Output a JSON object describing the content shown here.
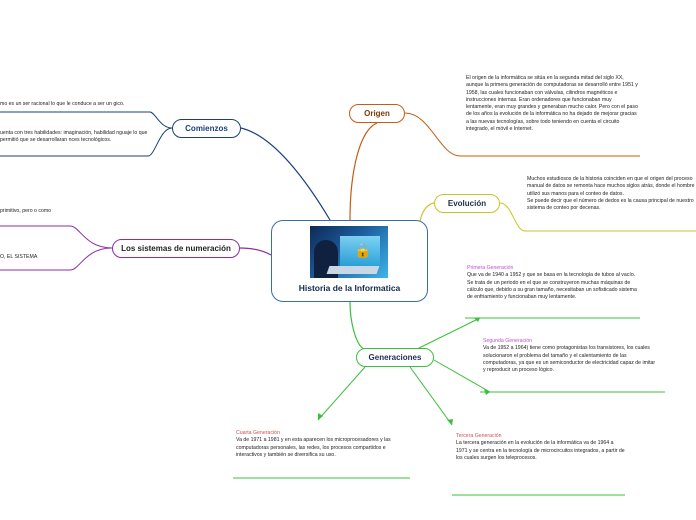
{
  "central": {
    "title": "Historia de la Informatica",
    "image": "person-typing-on-laptop-with-security-icons"
  },
  "branches": {
    "comienzos": "Comienzos",
    "origen": "Origen",
    "evolucion": "Evolución",
    "sistemas": "Los sistemas de numeración",
    "generaciones": "Generaciones"
  },
  "notes": {
    "origen": "El origen de la informática se sitúa en la segunda mitad del siglo XX, aunque la primera generación de computadoras se desarrolló entre 1951 y 1958, las cuales funcionaban con válvulas, cilindros magnéticos e instrucciones internas. Eran ordenadores que funcionaban muy lentamente, eran muy grandes y generaban mucho calor. Pero con el paso de los años la evolución de la informática no ha dejado de mejorar gracias a las nuevas tecnologías, sobre todo teniendo en cuenta el circuito integrado, el móvil e Internet.",
    "evolucion": "Muchos estudiosos de la historia coinciden en que el origen del proceso manual de datos se remonta hace muchos siglos atrás, donde el hombre utilizó sus manos para el conteo de datos.\nSe puede decir que el número de dedos es la causa principal de nuestro sistema de conteo por decenas.",
    "comienzos_1": "mo es un ser racional lo que le conduce a ser un gico.",
    "comienzos_2": "uenta con tres habilidades: imaginación, habilidad nguaje lo que permitió que se desarrollaran nces tecnológicos.",
    "sistemas_1": "primitivo, pero o como",
    "sistemas_2": "O, EL SISTEMA",
    "gen1_title": "Primera Generación",
    "gen1_text": "Que va de 1940 a 1952 y que se basa en la tecnología de tubos al vacío. Se trata de un periodo en el que se construyeron muchas máquinas de cálculo que, debido a su gran tamaño, necesitaban un sofisticado sistema de enfriamiento y funcionaban muy lentamente.",
    "gen2_title": "Segunda Generación",
    "gen2_text": "Va de 1952 a 1964) tiene como protagonistas los transistores, los cuales solucionaron el problema del tamaño y el calentamiento de las computadoras, ya que es un semiconductor de electricidad capaz de imitar y reproducir un proceso lógico.",
    "gen3_title": "Tercera Generación",
    "gen3_text": "La tercera generación en la evolución de la informática va de 1964 a 1971 y se centra en la tecnología de microcircuitos integrados, a partir de los cuales surgen los teleprocesos.",
    "gen4_title": "Cuarta Generación",
    "gen4_text": "Va de 1971 a 1981 y en esta aparecen los microprocesadores y las computadoras personales, las redes, los procesos compartidos e interactivos y también se diversifica su uso."
  },
  "colors": {
    "comienzos": "#1a3f7a",
    "origen": "#c45c12",
    "evolucion": "#c9c524",
    "sistemas": "#8a2fa0",
    "generaciones": "#3bbf3b",
    "central": "#3a6ea5"
  }
}
